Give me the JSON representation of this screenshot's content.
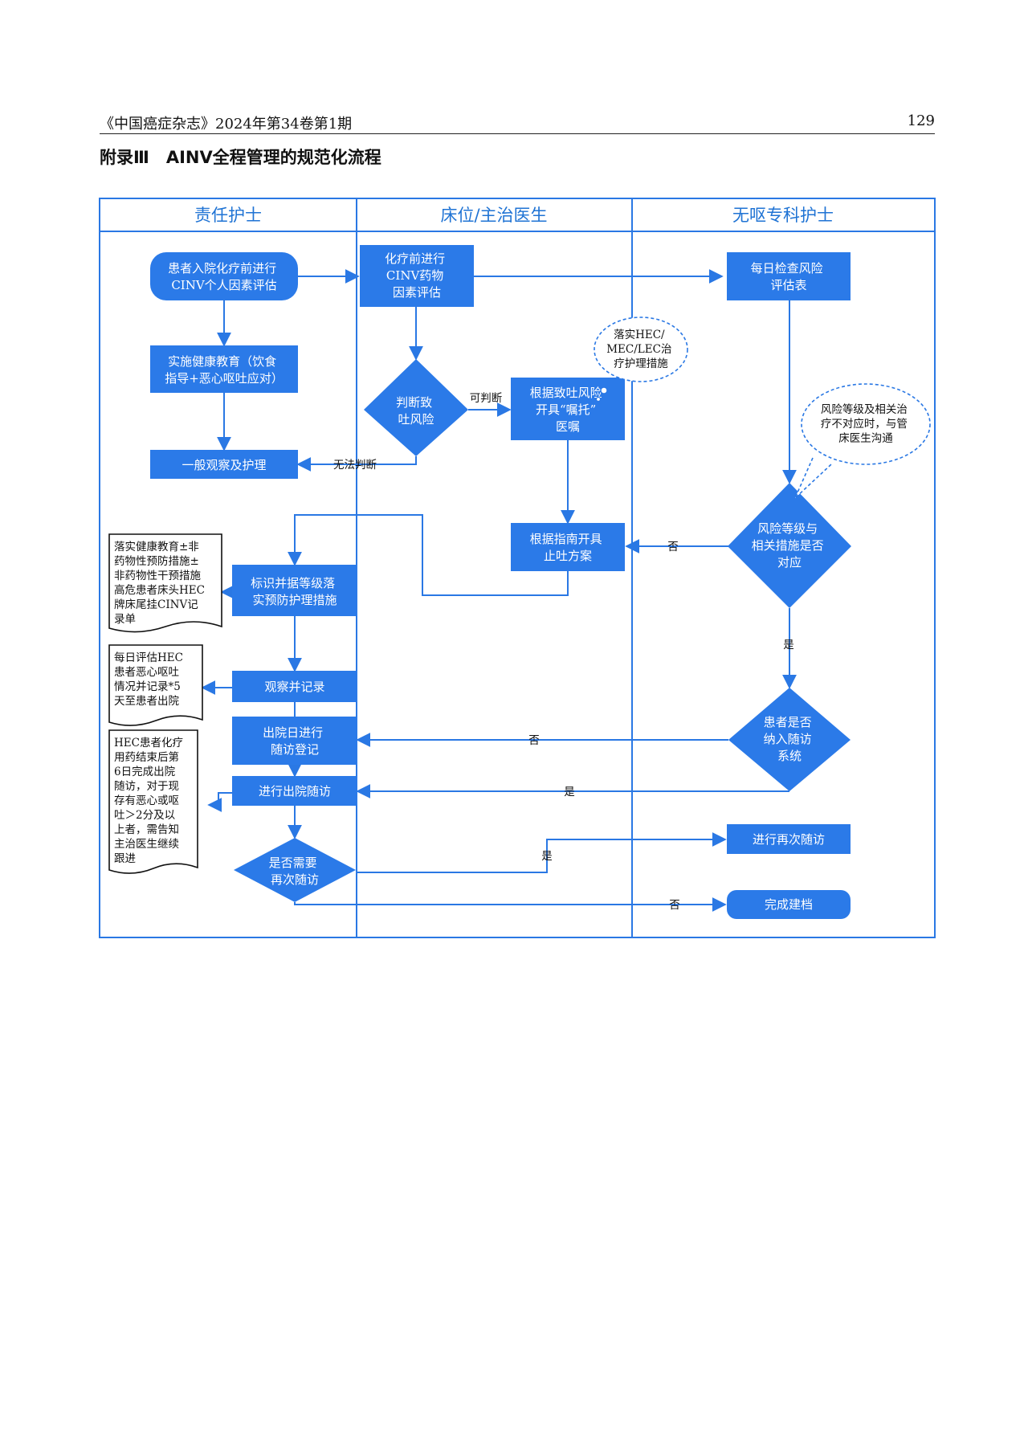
{
  "running_head": {
    "journal": "《中国癌症杂志》2024年第34卷第1期",
    "page_number": "129"
  },
  "appendix_title": "附录Ⅲ　AINV全程管理的规范化流程",
  "colors": {
    "accent": "#2b7ae8",
    "line": "#2a78e4",
    "header_text": "#1f73d4"
  },
  "lanes": {
    "nurse": "责任护士",
    "physician": "床位/主治医生",
    "specialist": "无呕专科护士"
  },
  "nodes": {
    "admission_assess": [
      "患者入院化疗前进行",
      "CINV个人因素评估"
    ],
    "health_education": [
      "实施健康教育（饮食",
      "指导+恶心呕吐应对）"
    ],
    "general_observation": [
      "一般观察及护理"
    ],
    "drug_factor_assess": [
      "化疗前进行",
      "CINV药物",
      "因素评估"
    ],
    "judge_risk": [
      "判断致",
      "吐风险"
    ],
    "prescribe_order": [
      "根据致吐风险",
      "开具“嘱托”",
      "医嘱"
    ],
    "antiemetic_plan": [
      "根据指南开具",
      "止吐方案"
    ],
    "daily_risk_check": [
      "每日检查风险",
      "评估表"
    ],
    "risk_match": [
      "风险等级与",
      "相关措施是否",
      "对应"
    ],
    "mark_and_prevent": [
      "标识并据等级落",
      "实预防护理措施"
    ],
    "observe_record": [
      "观察并记录"
    ],
    "discharge_register": [
      "出院日进行",
      "随访登记"
    ],
    "include_followup": [
      "患者是否",
      "纳入随访",
      "系统"
    ],
    "discharge_followup": [
      "进行出院随访"
    ],
    "need_again": [
      "是否需要",
      "再次随访"
    ],
    "again_followup": [
      "进行再次随访"
    ],
    "archive": [
      "完成建档"
    ]
  },
  "notes": {
    "implement_hec": [
      "落实HEC/",
      "MEC/LEC治",
      "疗护理措施"
    ],
    "mismatch_comm": [
      "风险等级及相关治",
      "疗不对应时，与管",
      "床医生沟通"
    ],
    "doc_measures": [
      "落实健康教育±非",
      "药物性预防措施±",
      "非药物性干预措施",
      "高危患者床头HEC",
      "牌床尾挂CINV记",
      "录单"
    ],
    "doc_daily": [
      "每日评估HEC",
      "患者恶心呕吐",
      "情况并记录*5",
      "天至患者出院"
    ],
    "doc_followup": [
      "HEC患者化疗",
      "用药结束后第",
      "6日完成出院",
      "随访，对于现",
      "存有恶心或呕",
      "吐＞2分及以",
      "上者，需告知",
      "主治医生继续",
      "跟进"
    ]
  },
  "edge_labels": {
    "can_judge": "可判断",
    "cannot_judge": "无法判断",
    "no_mismatch": "否",
    "yes_match": "是",
    "no_include": "否",
    "yes_include": "是",
    "yes_again": "是",
    "no_again": "否"
  }
}
